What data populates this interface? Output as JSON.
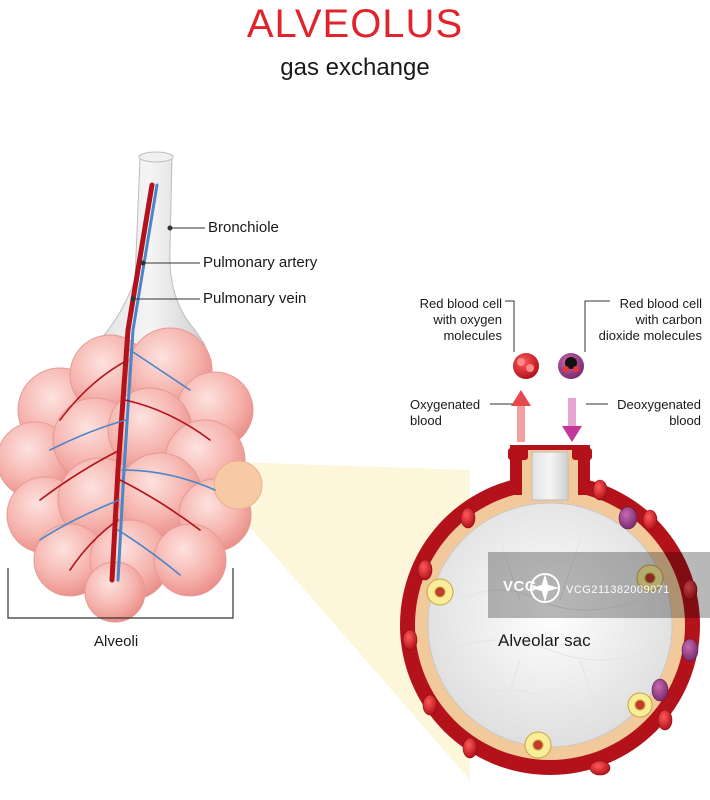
{
  "header": {
    "title": "ALVEOLUS",
    "subtitle": "gas exchange"
  },
  "labels": {
    "bronchiole": "Bronchiole",
    "pulmonary_artery": "Pulmonary artery",
    "pulmonary_vein": "Pulmonary vein",
    "alveoli": "Alveoli",
    "alveolar_sac": "Alveolar sac",
    "rbc_oxygen": [
      "Red blood cell",
      "with oxygen",
      "molecules"
    ],
    "rbc_co2": [
      "Red blood cell",
      "with carbon",
      "dioxide molecules"
    ],
    "oxygenated": [
      "Oxygenated",
      "blood"
    ],
    "deoxygenated": [
      "Deoxygenated",
      "blood"
    ]
  },
  "watermark": {
    "logo": "VCG",
    "id": "VCG211382009071"
  },
  "colors": {
    "title": "#e0242c",
    "blood_red": "#b3121b",
    "vein_blue": "#4a86c8",
    "alveoli_pink": "#f4a6a0",
    "oxygen_arrow": "#e5484d",
    "deoxy_arrow": "#c0399a"
  }
}
